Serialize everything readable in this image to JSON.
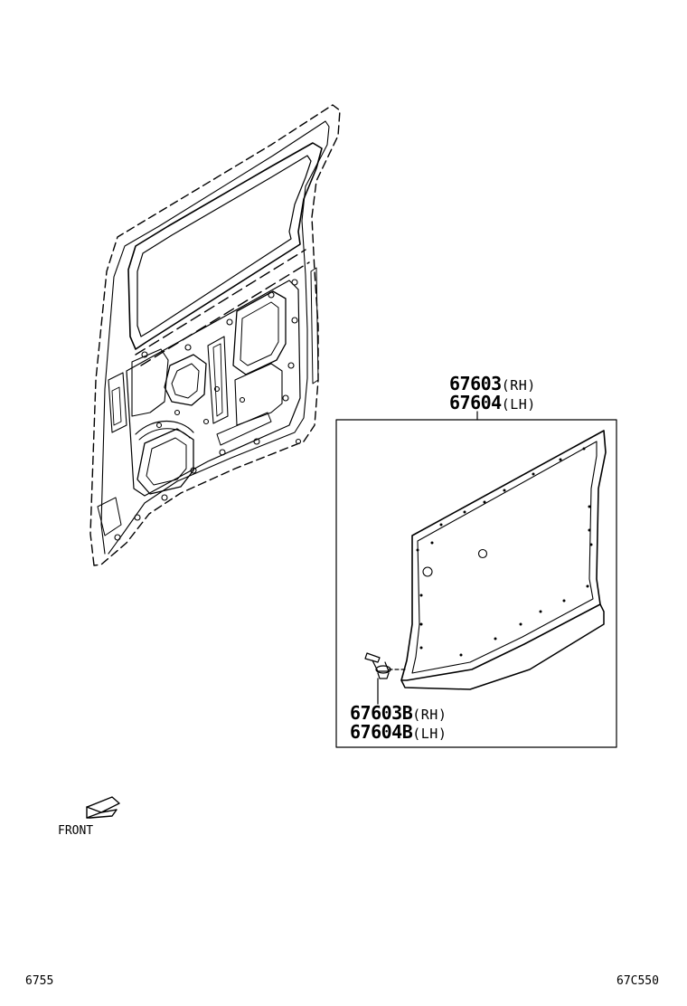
{
  "callouts": {
    "trim_rh_number": "67603",
    "trim_rh_side": "(RH)",
    "trim_lh_number": "67604",
    "trim_lh_side": "(LH)",
    "clip_rh_number": "67603B",
    "clip_rh_side": "(RH)",
    "clip_lh_number": "67604B",
    "clip_lh_side": "(LH)"
  },
  "front_indicator": {
    "label": "FRONT",
    "icon": "front-arrow-icon"
  },
  "footer": {
    "left_code": "6755",
    "right_code": "67C550"
  }
}
